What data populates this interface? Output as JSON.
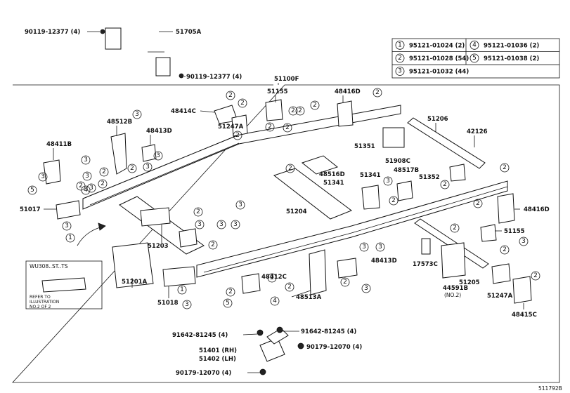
{
  "legend": [
    {
      "ref": "1",
      "part": "95121-01024 (2)"
    },
    {
      "ref": "2",
      "part": "95121-01028 (54)"
    },
    {
      "ref": "3",
      "part": "95121-01032 (44)"
    },
    {
      "ref": "4",
      "part": "95121-01036 (2)"
    },
    {
      "ref": "5",
      "part": "95121-01038 (2)"
    }
  ],
  "labels": {
    "p90119a": "90119-12377 (4)",
    "p51705": "51705A",
    "p90119b": "90119-12377 (4)",
    "p51100": "51100F",
    "p51155a": "51155",
    "p48416d": "48416D",
    "p48414c": "48414C",
    "p51247a": "51247A",
    "p48512b": "48512B",
    "p48413d_a": "48413D",
    "p48411b": "48411B",
    "p51206": "51206",
    "p42126": "42126",
    "p51351": "51351",
    "p51908c": "51908C",
    "p48516d": "48516D",
    "p51341a": "51341",
    "p51341b": "51341",
    "p48517b": "48517B",
    "p51352": "51352",
    "p51017": "51017",
    "p51204": "51204",
    "p48416d_b": "48416D",
    "p51155b": "51155",
    "p51203": "51203",
    "p51201a": "51201A",
    "p48413d_b": "48413D",
    "p48412c": "48412C",
    "p17573c": "17573C",
    "p51205": "51205",
    "p44591b": "44591B",
    "p44591b_sub": "(NO.2)",
    "p51247a_b": "51247A",
    "p51018": "51018",
    "p48513a": "48513A",
    "p48415c": "48415C",
    "p91642a": "91642-81245 (4)",
    "p91642b": "91642-81245 (4)",
    "p51401": "51401 (RH)",
    "p51402": "51402 (LH)",
    "p90179a": "90179-12070 (4)",
    "p90179b": "90179-12070 (4)"
  },
  "inset": {
    "title": "WU308..ST..TS",
    "note1": "REFER TO",
    "note2": "ILLUSTRATION",
    "note3": "NO.2 OF 2"
  },
  "figure_id": "511792B"
}
